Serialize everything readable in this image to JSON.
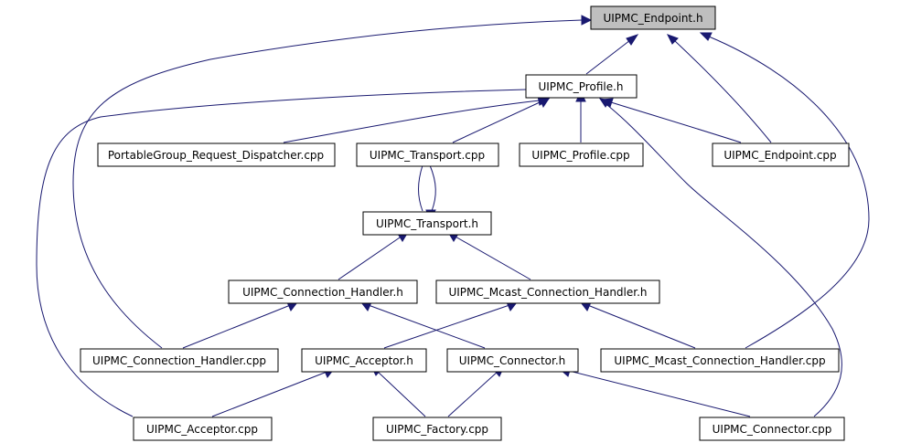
{
  "diagram": {
    "nodes": {
      "endpoint_h": "UIPMC_Endpoint.h",
      "profile_h": "UIPMC_Profile.h",
      "portable_group": "PortableGroup_Request_Dispatcher.cpp",
      "transport_cpp": "UIPMC_Transport.cpp",
      "profile_cpp": "UIPMC_Profile.cpp",
      "endpoint_cpp": "UIPMC_Endpoint.cpp",
      "transport_h": "UIPMC_Transport.h",
      "conn_handler_h": "UIPMC_Connection_Handler.h",
      "mcast_handler_h": "UIPMC_Mcast_Connection_Handler.h",
      "conn_handler_cpp": "UIPMC_Connection_Handler.cpp",
      "acceptor_h": "UIPMC_Acceptor.h",
      "connector_h": "UIPMC_Connector.h",
      "mcast_handler_cpp": "UIPMC_Mcast_Connection_Handler.cpp",
      "acceptor_cpp": "UIPMC_Acceptor.cpp",
      "factory_cpp": "UIPMC_Factory.cpp",
      "connector_cpp": "UIPMC_Connector.cpp"
    },
    "colors": {
      "edge": "#191970",
      "root_fill": "#bfbfbf",
      "node_fill": "#ffffff"
    }
  }
}
